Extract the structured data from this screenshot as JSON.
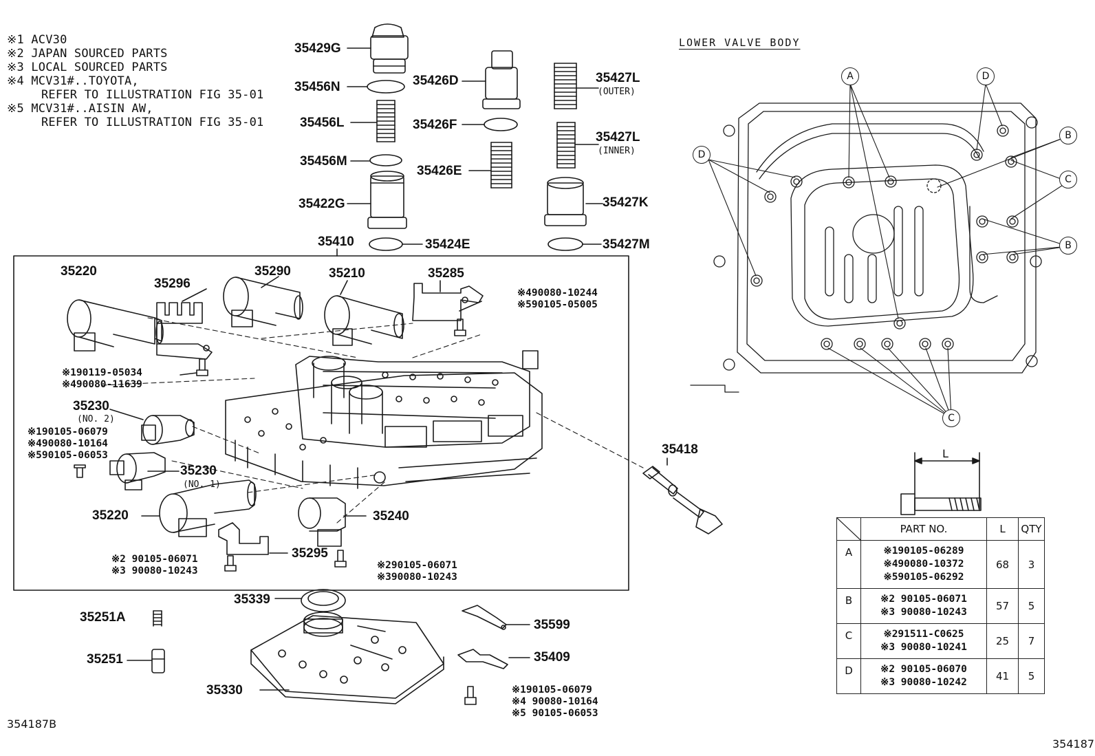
{
  "notes": [
    {
      "mark": "※1",
      "text": "ACV30"
    },
    {
      "mark": "※2",
      "text": "JAPAN SOURCED PARTS"
    },
    {
      "mark": "※3",
      "text": "LOCAL SOURCED PARTS"
    },
    {
      "mark": "※4",
      "text": "MCV31#..TOYOTA,",
      "cont": "REFER TO ILLUSTRATION FIG 35-01"
    },
    {
      "mark": "※5",
      "text": "MCV31#..AISIN AW,",
      "cont": "REFER TO ILLUSTRATION FIG 35-01"
    }
  ],
  "labels": {
    "p35429G": "35429G",
    "p35456N": "35456N",
    "p35456L": "35456L",
    "p35456M": "35456M",
    "p35422G": "35422G",
    "p35426D": "35426D",
    "p35426F": "35426F",
    "p35426E": "35426E",
    "p35427L_outer": "35427L",
    "outer": "(OUTER)",
    "p35427L_inner": "35427L",
    "inner": "(INNER)",
    "p35427K": "35427K",
    "p35424E": "35424E",
    "p35427M": "35427M",
    "p35410": "35410",
    "p35220a": "35220",
    "p35296": "35296",
    "p35290": "35290",
    "p35210": "35210",
    "p35285": "35285",
    "p35230a": "35230",
    "no2": "(NO. 2)",
    "p35230b": "35230",
    "no1": "(NO. 1)",
    "p35220b": "35220",
    "p35240": "35240",
    "p35295": "35295",
    "p35418": "35418",
    "p35339": "35339",
    "p35251A": "35251A",
    "p35251": "35251",
    "p35330": "35330",
    "p35599": "35599",
    "p35409": "35409"
  },
  "refs": {
    "r35285": [
      "※490080-10244",
      "※590105-05005"
    ],
    "r35296": [
      "※190119-05034",
      "※490080-11639"
    ],
    "r35230": [
      "※190105-06079",
      "※490080-10164",
      "※590105-06053"
    ],
    "r35295": [
      "※2 90105-06071",
      "※3 90080-10243"
    ],
    "r35240": [
      "※290105-06071",
      "※390080-10243"
    ],
    "r35409": [
      "※190105-06079",
      "※4 90080-10164",
      "※5 90105-06053"
    ]
  },
  "lower_valve_body": {
    "title": "LOWER VALVE BODY",
    "callouts": [
      "A",
      "D",
      "B",
      "D",
      "C",
      "B",
      "C"
    ]
  },
  "bolt_dimension": "L",
  "spec_table": {
    "headers": {
      "part_no": "PART NO.",
      "l": "L",
      "qty": "QTY"
    },
    "rows": [
      {
        "key": "A",
        "parts": [
          "※190105-06289",
          "※490080-10372",
          "※590105-06292"
        ],
        "l": "68",
        "qty": "3"
      },
      {
        "key": "B",
        "parts": [
          "※2 90105-06071",
          "※3 90080-10243"
        ],
        "l": "57",
        "qty": "5"
      },
      {
        "key": "C",
        "parts": [
          "※291511-C0625",
          "※3 90080-10241"
        ],
        "l": "25",
        "qty": "7"
      },
      {
        "key": "D",
        "parts": [
          "※2 90105-06070",
          "※3 90080-10242"
        ],
        "l": "41",
        "qty": "5"
      }
    ]
  },
  "figure_ids": {
    "left": "354187B",
    "right": "354187"
  }
}
